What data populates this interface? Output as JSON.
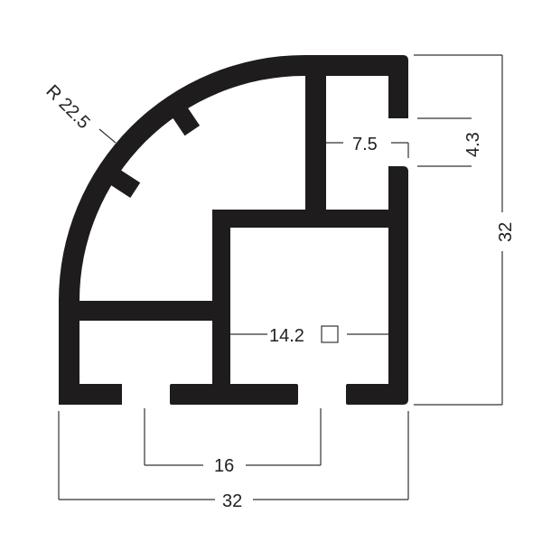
{
  "drawing": {
    "profile_color": "#1e1c1c",
    "dimensions": {
      "radius": "R 22.5",
      "slot_width": "7.5",
      "slot_opening": "4.3",
      "height": "32",
      "inner_square": "14.2",
      "bottom_slot_spacing": "16",
      "width": "32"
    }
  }
}
